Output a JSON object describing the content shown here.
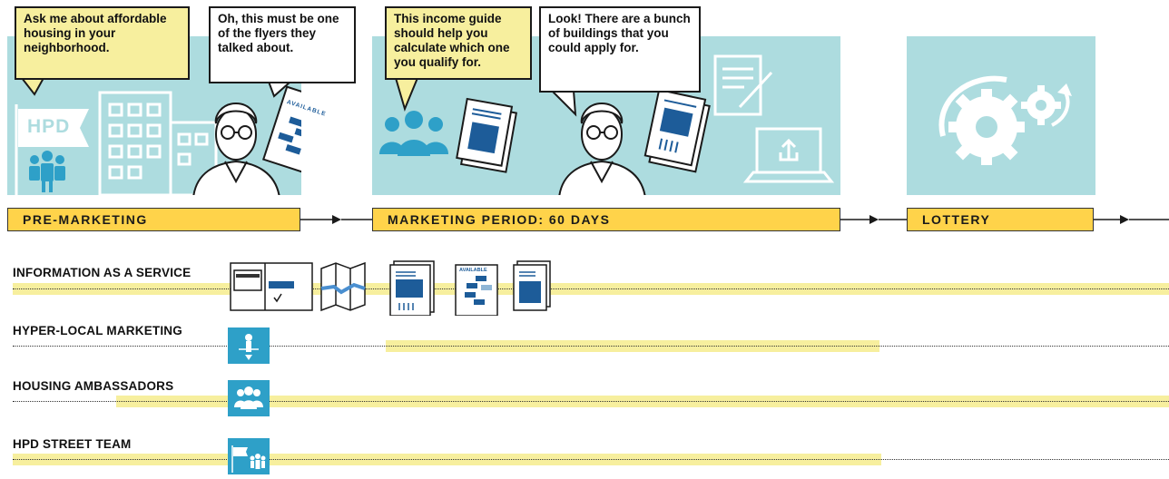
{
  "bubbles": {
    "b1": "Ask me about affordable housing in your neighborhood.",
    "b2": "Oh, this must be one of the flyers they talked about.",
    "b3": "This income guide should help you calculate which one you qualify for.",
    "b4": "Look! There are a bunch of buildings that you could apply for."
  },
  "signs": {
    "hpd": "HPD",
    "available": "AVAILABLE"
  },
  "phases": {
    "pre_marketing": "PRE-MARKETING",
    "marketing_period": "MARKETING PERIOD: 60 DAYS",
    "lottery": "LOTTERY"
  },
  "rows": {
    "information": "INFORMATION AS A SERVICE",
    "hyper_local": "HYPER-LOCAL MARKETING",
    "ambassadors": "HOUSING AMBASSADORS",
    "street_team": "HPD STREET TEAM"
  },
  "colors": {
    "panel": "#addcdf",
    "phase_bar": "#ffd34a",
    "bubble": "#f7ef9e",
    "accent_blue": "#1d5c99",
    "tile_blue": "#2ea0c8"
  }
}
